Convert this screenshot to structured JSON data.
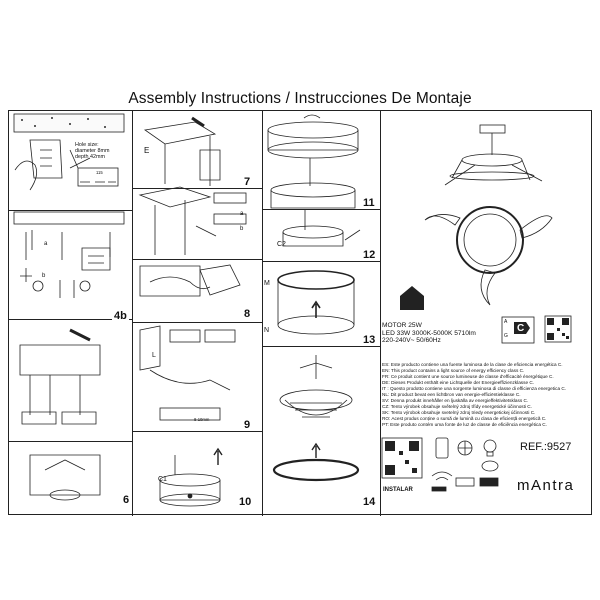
{
  "title": "Assembly Instructions / Instrucciones De Montaje",
  "panels": [
    "4b",
    "6",
    "7",
    "8",
    "9",
    "10",
    "11",
    "12",
    "13",
    "14"
  ],
  "labels": {
    "hole": [
      "Hole size:",
      "diameter 8mm",
      "depth 42mm"
    ],
    "e": "E",
    "a": "a",
    "b": "b",
    "a2": "a",
    "b2": "b",
    "c2": "C2",
    "c1": "C1",
    "m": "M",
    "n": "N",
    "l": "L",
    "dim": "115",
    "range": "8-10mm",
    "instalar": "INSTALAR"
  },
  "specs": {
    "motor": "MOTOR 25W",
    "led": "LED 33W 3000K-5000K 5710lm",
    "voltage": "220-240V~ 50/60Hz",
    "energy_class": "C",
    "energy_scale": [
      "A",
      "G"
    ]
  },
  "eu_texts": [
    "ES: Este producto contiene una fuente luminosa de la clase de eficiencia energética C.",
    "EN: This product contains a light source of energy efficiency class C.",
    "FR: Ce produit contient une source lumineuse de classe d'efficacité énergétique C.",
    "DE: Dieses Produkt enthält eine Lichtquelle der Energieeffizienzklasse C.",
    "IT : Questo prodotto contiene una sorgente luminosa di classe di efficienza energetica C.",
    "NL: Dit product bevat een lichtbron van energie-efficiëntieklasse C.",
    "SV: Denna produkt innehåller en ljuskälla av energieffektivitetsklass C.",
    "CZ: Tento výrobek obsahuje světelný zdroj třídy energetické účinnosti C.",
    "SK: Tento výrobok obsahuje svetelný zdroj triedy energetickej účinnosti C.",
    "RO: Acest produs conține o sursă de lumină cu clasa de eficiență energetică C.",
    "PT: Este produto contém uma fonte de luz de classe de eficiência energética C."
  ],
  "ref": "REF.:9527",
  "brand": "mAntra",
  "icons": [
    "house-icon",
    "qr-code-icon",
    "remote-icon",
    "fan-icon",
    "bulb-icon",
    "led-icon",
    "wifi-icon",
    "battery-icon",
    "timer-icon",
    "color-temp-icon"
  ]
}
